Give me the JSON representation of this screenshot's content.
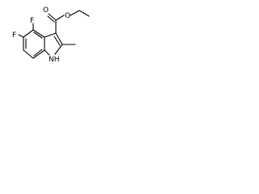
{
  "molecule": {
    "atoms": {
      "fluorine_top": "F",
      "fluorine_left": "F",
      "carbonyl_oxygen": "O",
      "ester_oxygen": "O",
      "indole_nh": "NH"
    }
  }
}
